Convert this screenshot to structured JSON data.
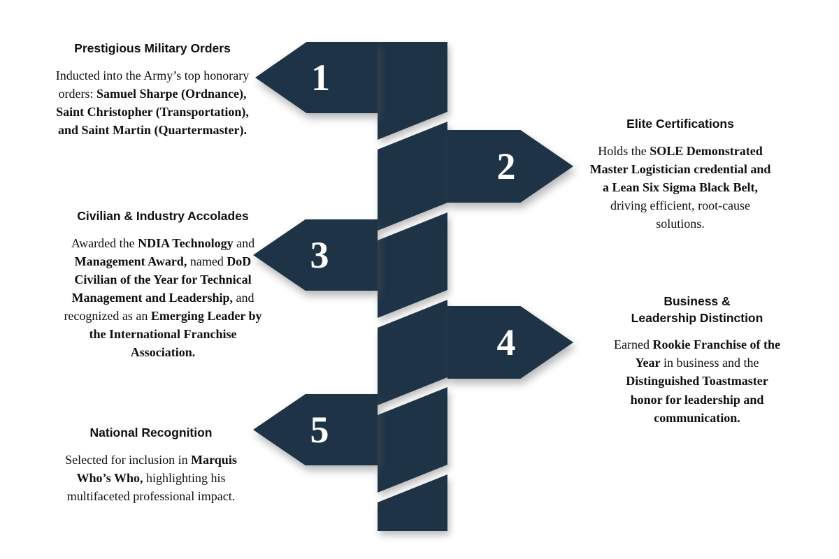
{
  "figure": {
    "background": "#ffffff",
    "arrow_color": "#1e3346",
    "number_color": "#ffffff"
  },
  "items": [
    {
      "number": "1",
      "side": "left",
      "title": "Prestigious Military Orders",
      "body": [
        {
          "text": "Inducted into the Army’s top honorary orders: ",
          "bold": false
        },
        {
          "text": "Samuel Sharpe (Ordnance), Saint Christopher (Transportation), and Saint Martin (Quartermaster).",
          "bold": true
        }
      ]
    },
    {
      "number": "2",
      "side": "right",
      "title": "Elite Certifications",
      "body": [
        {
          "text": "Holds the ",
          "bold": false
        },
        {
          "text": "SOLE Demonstrated Master Logistician credential and a Lean Six Sigma Black Belt,",
          "bold": true
        },
        {
          "text": " driving efficient, root-cause solutions.",
          "bold": false
        }
      ]
    },
    {
      "number": "3",
      "side": "left",
      "title": "Civilian & Industry Accolades",
      "body": [
        {
          "text": "Awarded the ",
          "bold": false
        },
        {
          "text": "NDIA Technology",
          "bold": true
        },
        {
          "text": " and ",
          "bold": false
        },
        {
          "text": "Management Award,",
          "bold": true
        },
        {
          "text": " named ",
          "bold": false
        },
        {
          "text": "DoD Civilian of the Year for Technical Management and Leadership,",
          "bold": true
        },
        {
          "text": " and recognized as an ",
          "bold": false
        },
        {
          "text": "Emerging Leader by the International Franchise Association.",
          "bold": true
        }
      ]
    },
    {
      "number": "4",
      "side": "right",
      "title": "Business &\nLeadership Distinction",
      "body": [
        {
          "text": "Earned ",
          "bold": false
        },
        {
          "text": "Rookie Franchise of the Year",
          "bold": true
        },
        {
          "text": " in business and the ",
          "bold": false
        },
        {
          "text": "Distinguished Toastmaster honor for leadership and communication.",
          "bold": true
        }
      ]
    },
    {
      "number": "5",
      "side": "left",
      "title": "National Recognition",
      "body": [
        {
          "text": "Selected for inclusion in ",
          "bold": false
        },
        {
          "text": "Marquis Who’s Who,",
          "bold": true
        },
        {
          "text": " highlighting his multifaceted professional impact.",
          "bold": false
        }
      ]
    }
  ]
}
